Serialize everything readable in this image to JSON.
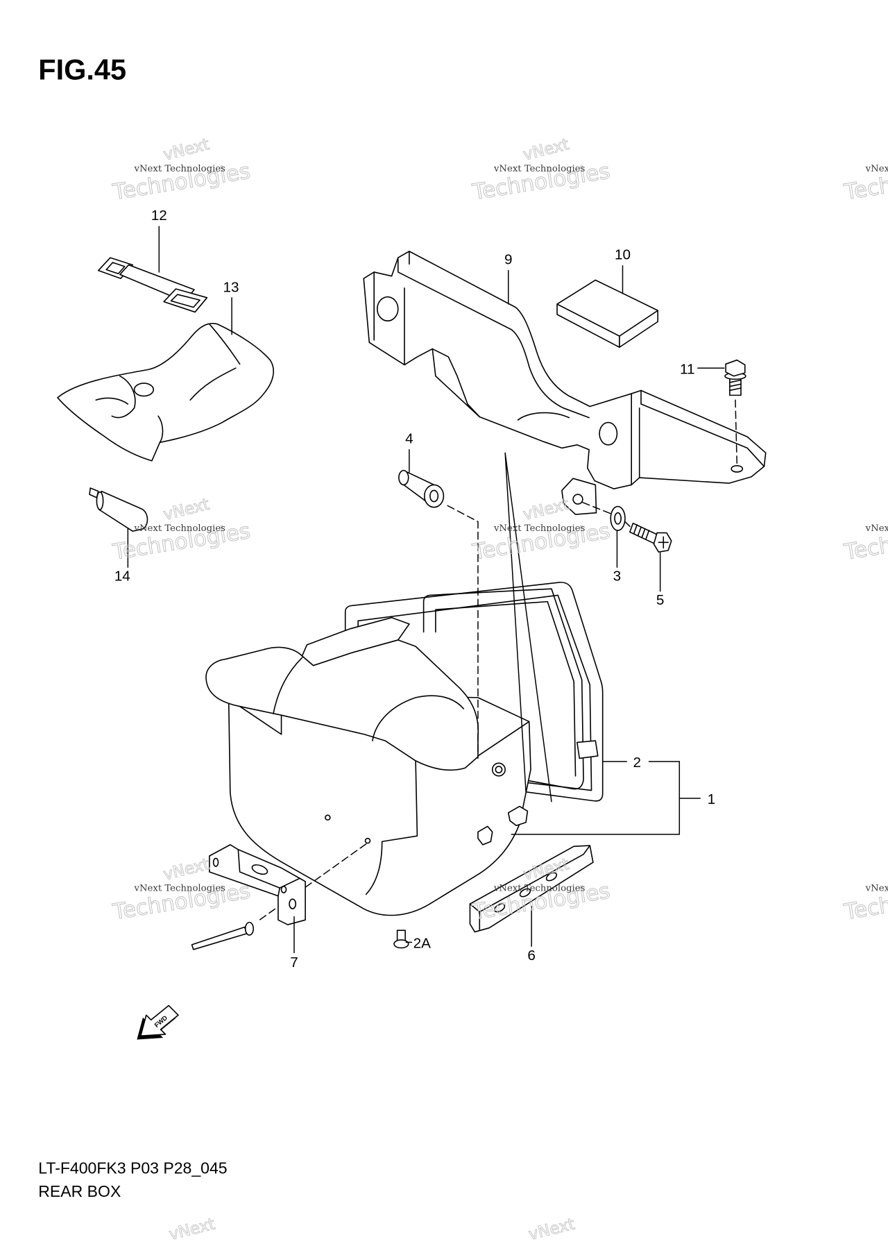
{
  "figure": {
    "title": "FIG.45",
    "code": "LT-F400FK3 P03 P28_045",
    "name": "REAR BOX"
  },
  "callouts": {
    "part_1": "1",
    "part_2": "2",
    "part_2a": "2A",
    "part_3": "3",
    "part_4": "4",
    "part_5": "5",
    "part_6": "6",
    "part_7": "7",
    "part_9": "9",
    "part_10": "10",
    "part_11": "11",
    "part_12": "12",
    "part_13": "13",
    "part_14": "14"
  },
  "fwd_arrow": {
    "label": "FWD"
  },
  "watermark": {
    "brand": "vNext",
    "caption": "vNext Technologies",
    "word": "Technologies"
  },
  "colors": {
    "ink": "#000000",
    "background": "#ffffff",
    "watermark_text": "#3a3a3a",
    "watermark_outline": "#c4c4c4"
  }
}
